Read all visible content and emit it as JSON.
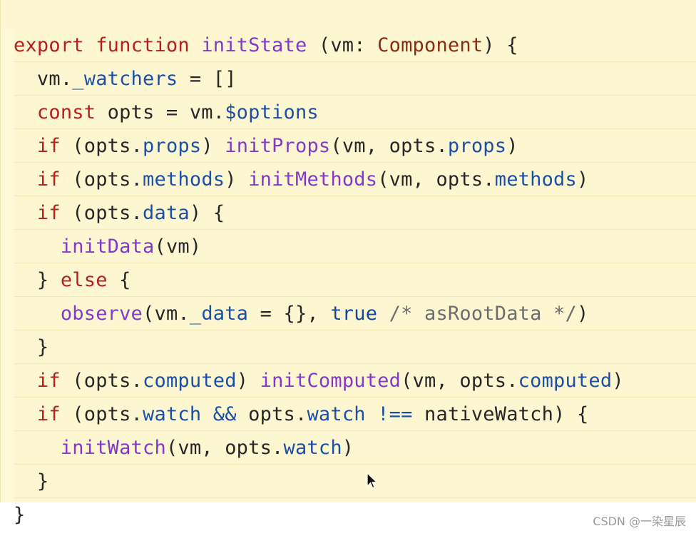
{
  "code": {
    "lines": [
      [
        {
          "t": "export",
          "c": "kw"
        },
        {
          "t": " ",
          "c": "plain"
        },
        {
          "t": "function",
          "c": "kw"
        },
        {
          "t": " ",
          "c": "plain"
        },
        {
          "t": "initState",
          "c": "fn"
        },
        {
          "t": " (vm: ",
          "c": "plain"
        },
        {
          "t": "Component",
          "c": "type"
        },
        {
          "t": ") {",
          "c": "plain"
        }
      ],
      [
        {
          "t": "  vm.",
          "c": "plain"
        },
        {
          "t": "_watchers",
          "c": "prop"
        },
        {
          "t": " = []",
          "c": "plain"
        }
      ],
      [
        {
          "t": "  ",
          "c": "plain"
        },
        {
          "t": "const",
          "c": "kw"
        },
        {
          "t": " opts = vm.",
          "c": "plain"
        },
        {
          "t": "$options",
          "c": "prop"
        }
      ],
      [
        {
          "t": "  ",
          "c": "plain"
        },
        {
          "t": "if",
          "c": "kw"
        },
        {
          "t": " (opts.",
          "c": "plain"
        },
        {
          "t": "props",
          "c": "prop"
        },
        {
          "t": ") ",
          "c": "plain"
        },
        {
          "t": "initProps",
          "c": "fn"
        },
        {
          "t": "(vm, opts.",
          "c": "plain"
        },
        {
          "t": "props",
          "c": "prop"
        },
        {
          "t": ")",
          "c": "plain"
        }
      ],
      [
        {
          "t": "  ",
          "c": "plain"
        },
        {
          "t": "if",
          "c": "kw"
        },
        {
          "t": " (opts.",
          "c": "plain"
        },
        {
          "t": "methods",
          "c": "prop"
        },
        {
          "t": ") ",
          "c": "plain"
        },
        {
          "t": "initMethods",
          "c": "fn"
        },
        {
          "t": "(vm, opts.",
          "c": "plain"
        },
        {
          "t": "methods",
          "c": "prop"
        },
        {
          "t": ")",
          "c": "plain"
        }
      ],
      [
        {
          "t": "  ",
          "c": "plain"
        },
        {
          "t": "if",
          "c": "kw"
        },
        {
          "t": " (opts.",
          "c": "plain"
        },
        {
          "t": "data",
          "c": "prop"
        },
        {
          "t": ") {",
          "c": "plain"
        }
      ],
      [
        {
          "t": "    ",
          "c": "plain"
        },
        {
          "t": "initData",
          "c": "fn"
        },
        {
          "t": "(vm)",
          "c": "plain"
        }
      ],
      [
        {
          "t": "  } ",
          "c": "plain"
        },
        {
          "t": "else",
          "c": "kw"
        },
        {
          "t": " {",
          "c": "plain"
        }
      ],
      [
        {
          "t": "    ",
          "c": "plain"
        },
        {
          "t": "observe",
          "c": "fn"
        },
        {
          "t": "(vm.",
          "c": "plain"
        },
        {
          "t": "_data",
          "c": "prop"
        },
        {
          "t": " = {}, ",
          "c": "plain"
        },
        {
          "t": "true",
          "c": "lit"
        },
        {
          "t": " ",
          "c": "plain"
        },
        {
          "t": "/* asRootData */",
          "c": "cmt"
        },
        {
          "t": ")",
          "c": "plain"
        }
      ],
      [
        {
          "t": "  }",
          "c": "plain"
        }
      ],
      [
        {
          "t": "  ",
          "c": "plain"
        },
        {
          "t": "if",
          "c": "kw"
        },
        {
          "t": " (opts.",
          "c": "plain"
        },
        {
          "t": "computed",
          "c": "prop"
        },
        {
          "t": ") ",
          "c": "plain"
        },
        {
          "t": "initComputed",
          "c": "fn"
        },
        {
          "t": "(vm, opts.",
          "c": "plain"
        },
        {
          "t": "computed",
          "c": "prop"
        },
        {
          "t": ")",
          "c": "plain"
        }
      ],
      [
        {
          "t": "  ",
          "c": "plain"
        },
        {
          "t": "if",
          "c": "kw"
        },
        {
          "t": " (opts.",
          "c": "plain"
        },
        {
          "t": "watch",
          "c": "prop"
        },
        {
          "t": " ",
          "c": "plain"
        },
        {
          "t": "&&",
          "c": "prop"
        },
        {
          "t": " opts.",
          "c": "plain"
        },
        {
          "t": "watch",
          "c": "prop"
        },
        {
          "t": " ",
          "c": "plain"
        },
        {
          "t": "!==",
          "c": "prop"
        },
        {
          "t": " nativeWatch) {",
          "c": "plain"
        }
      ],
      [
        {
          "t": "    ",
          "c": "plain"
        },
        {
          "t": "initWatch",
          "c": "fn"
        },
        {
          "t": "(vm, opts.",
          "c": "plain"
        },
        {
          "t": "watch",
          "c": "prop"
        },
        {
          "t": ")",
          "c": "plain"
        }
      ],
      [
        {
          "t": "  }",
          "c": "plain"
        }
      ],
      [
        {
          "t": "}",
          "c": "plain"
        }
      ]
    ]
  },
  "cursor": {
    "icon": "mouse-pointer-icon"
  },
  "watermark": {
    "text": "CSDN @一染星辰"
  },
  "colors": {
    "panel_bg": "#fdf7d1",
    "keyword": "#b41f1f",
    "function": "#8339c9",
    "property": "#1c4fa6",
    "type": "#8a2c10",
    "comment": "#6d6d6d"
  }
}
